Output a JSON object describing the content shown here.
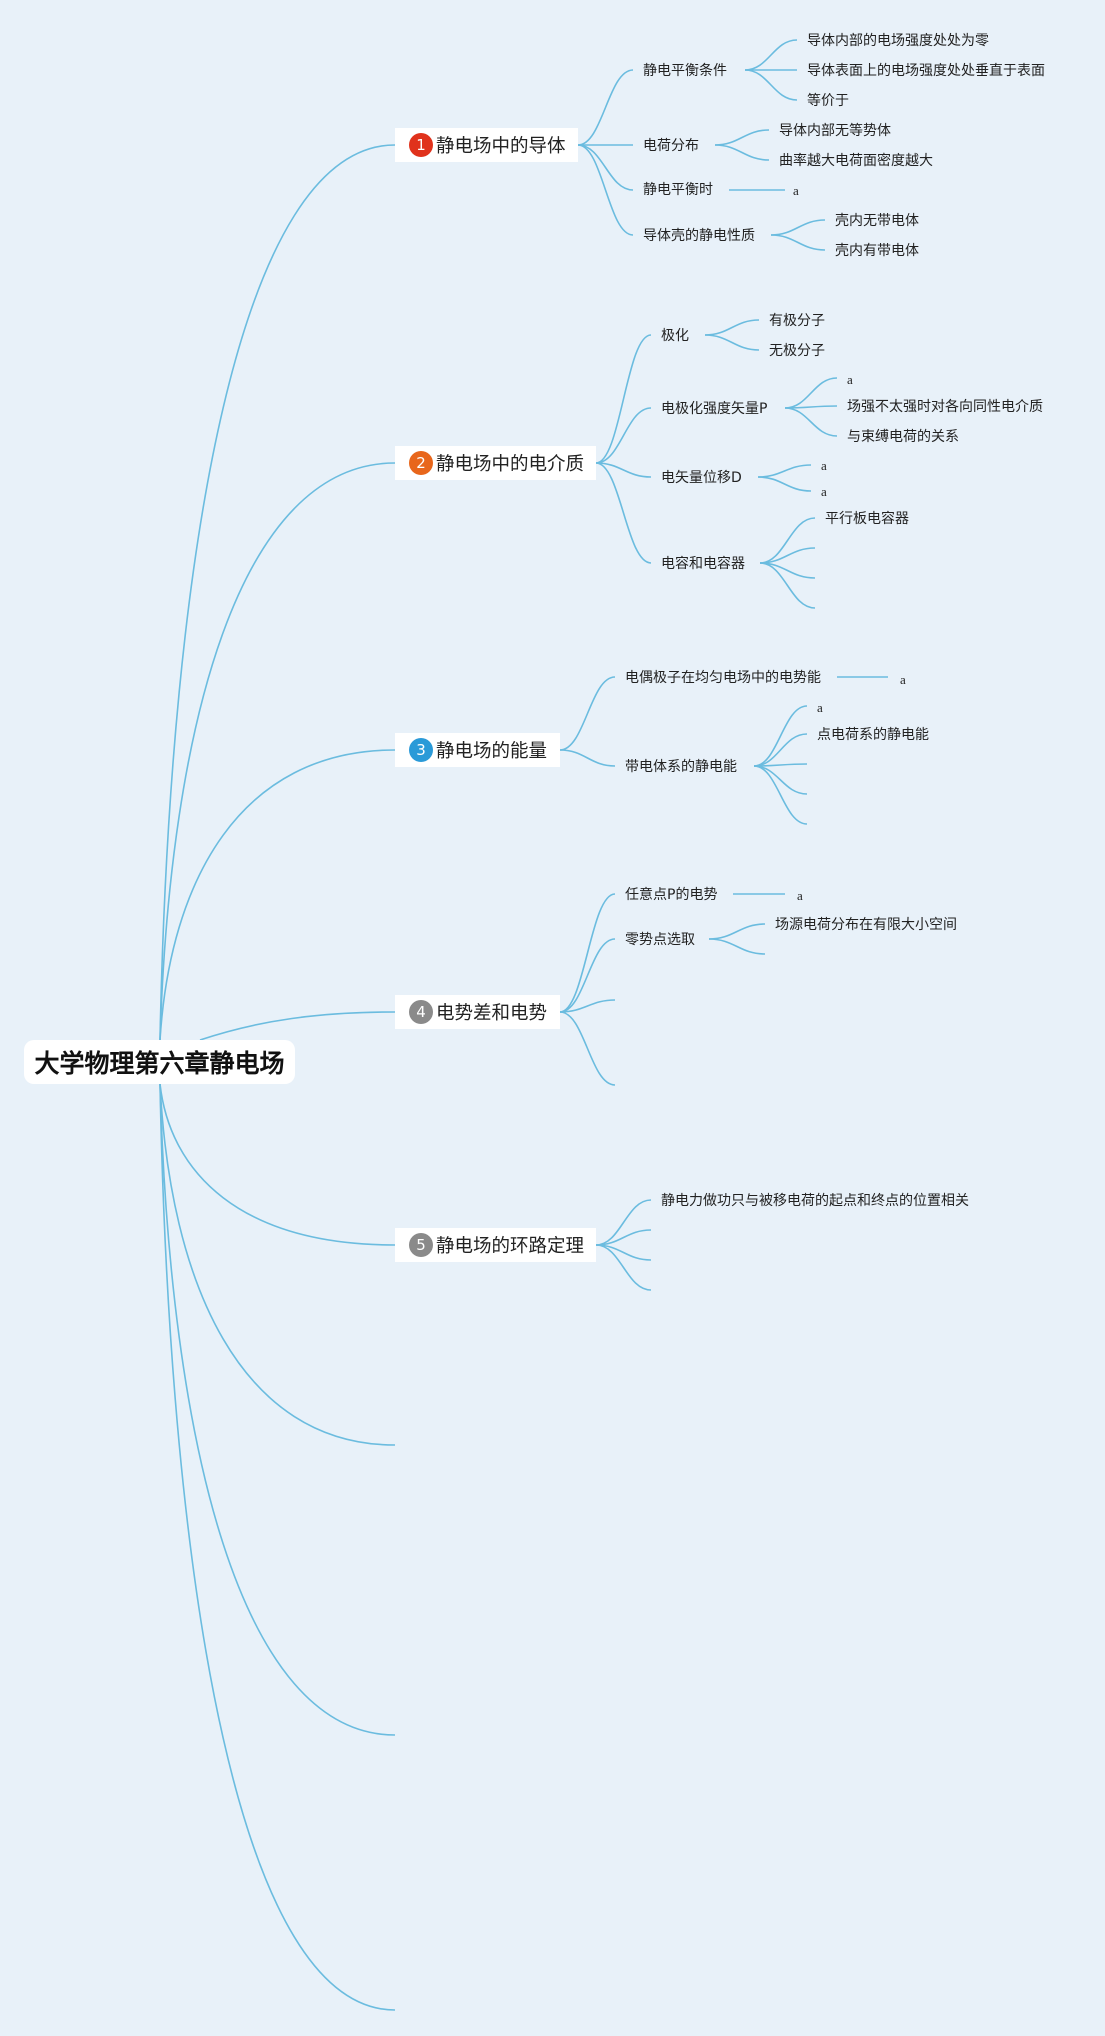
{
  "root": {
    "title": "大学物理第六章静电场"
  },
  "branches": [
    {
      "num": "1",
      "color": "#e0321c",
      "title": "静电场中的导体",
      "children": [
        {
          "label": "静电平衡条件",
          "children": [
            "导体内部的电场强度处处为零",
            "导体表面上的电场强度处处垂直于表面",
            "等价于"
          ]
        },
        {
          "label": "电荷分布",
          "children": [
            "导体内部无等势体",
            "曲率越大电荷面密度越大"
          ]
        },
        {
          "label": "静电平衡时",
          "children": [
            "a"
          ]
        },
        {
          "label": "导体壳的静电性质",
          "children": [
            "壳内无带电体",
            "壳内有带电体"
          ]
        }
      ]
    },
    {
      "num": "2",
      "color": "#e8661b",
      "title": "静电场中的电介质",
      "children": [
        {
          "label": "极化",
          "children": [
            "有极分子",
            "无极分子"
          ]
        },
        {
          "label": "电极化强度矢量P",
          "children": [
            "a",
            "场强不太强时对各向同性电介质",
            "与束缚电荷的关系"
          ]
        },
        {
          "label": "电矢量位移D",
          "children": [
            "a",
            "a"
          ]
        },
        {
          "label": "电容和电容器",
          "children": [
            "平行板电容器",
            "",
            "",
            ""
          ]
        }
      ]
    },
    {
      "num": "3",
      "color": "#2a9ad8",
      "title": "静电场的能量",
      "children": [
        {
          "label": "电偶极子在均匀电场中的电势能",
          "children": [
            "a"
          ]
        },
        {
          "label": "带电体系的静电能",
          "children": [
            "a",
            "点电荷系的静电能",
            "",
            "",
            ""
          ]
        }
      ]
    },
    {
      "num": "4",
      "color": "#8a8a8a",
      "title": "电势差和电势",
      "children": [
        {
          "label": "任意点P的电势",
          "children": [
            "a"
          ]
        },
        {
          "label": "零势点选取",
          "children": [
            "场源电荷分布在有限大小空间",
            ""
          ]
        },
        {
          "label": "",
          "children": []
        },
        {
          "label": "",
          "children": []
        }
      ]
    },
    {
      "num": "5",
      "color": "#8a8a8a",
      "title": "静电场的环路定理",
      "children": [
        {
          "label": "静电力做功只与被移电荷的起点和终点的位置相关",
          "children": []
        },
        {
          "label": "",
          "children": []
        },
        {
          "label": "",
          "children": []
        },
        {
          "label": "",
          "children": []
        }
      ]
    }
  ],
  "colors": {
    "background": "#e8f1f9",
    "connector": "#6bbcdf"
  }
}
